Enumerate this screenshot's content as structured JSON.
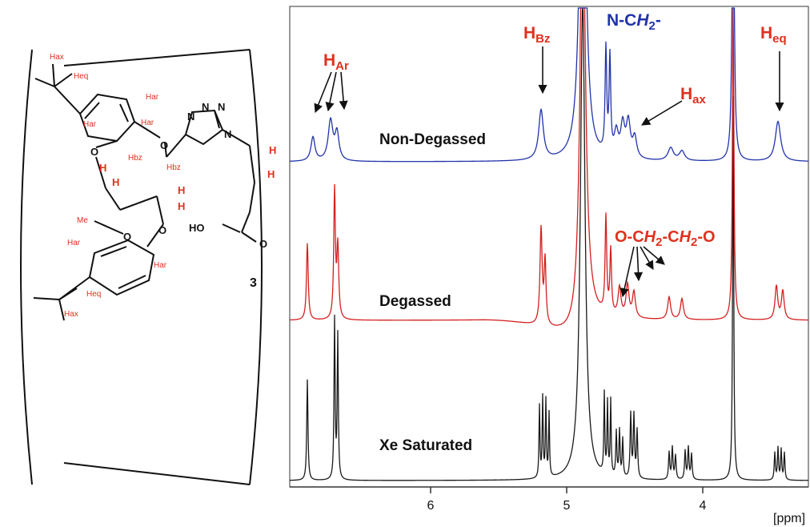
{
  "spectra": {
    "x_unit": "[ppm]",
    "ticks": [
      6,
      5,
      4
    ],
    "traces": [
      {
        "name": "Non-Degassed",
        "color": "#2233aa"
      },
      {
        "name": "Degassed",
        "color": "#d42020"
      },
      {
        "name": "Xe Saturated",
        "color": "#1a1a1a"
      }
    ],
    "annotations": {
      "har": {
        "main": "H",
        "sub": "Ar"
      },
      "hbz": {
        "main": "H",
        "sub": "Bz"
      },
      "nch2": {
        "pre": "N-C",
        "italic": "H",
        "sub": "2",
        "post": "-"
      },
      "hax": {
        "main": "H",
        "sub": "ax"
      },
      "heq": {
        "main": "H",
        "sub": "eq"
      },
      "och": {
        "p1": "O-C",
        "i1": "H",
        "s1": "2",
        "p2": "-C",
        "i2": "H",
        "s2": "2",
        "p3": "-O"
      }
    }
  },
  "structure": {
    "subscript": "3",
    "atoms": {
      "o": "O",
      "n": "N",
      "h": "H",
      "ho": "HO"
    },
    "labels": {
      "hax": "Hax",
      "heq": "Heq",
      "har": "Har",
      "hbz": "Hbz",
      "me": "Me"
    }
  }
}
